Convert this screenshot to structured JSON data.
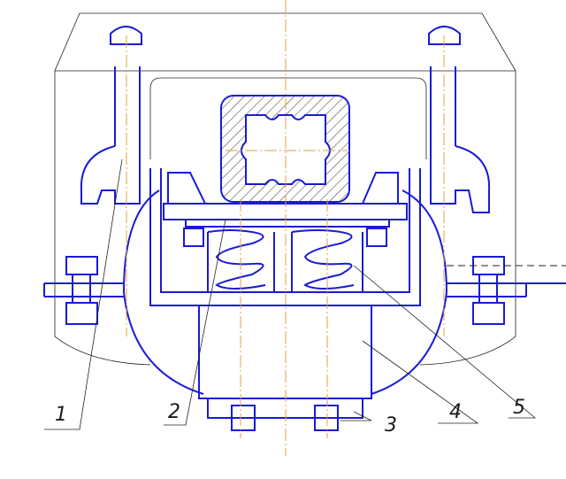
{
  "callouts": [
    {
      "label": "1"
    },
    {
      "label": "2"
    },
    {
      "label": "3"
    },
    {
      "label": "4"
    },
    {
      "label": "5"
    }
  ],
  "colors": {
    "outline": "#1a1ad6",
    "centerline": "#e0a040",
    "leader": "#222222"
  }
}
